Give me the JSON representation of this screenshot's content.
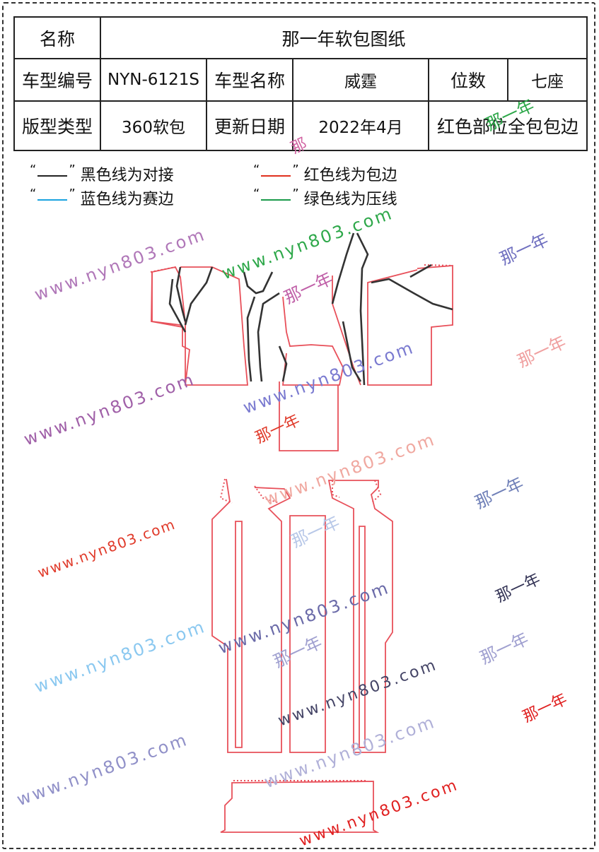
{
  "sheet": {
    "title_label": "名称",
    "title_value": "那一年软包图纸",
    "model_code_label": "车型编号",
    "model_code_value": "NYN-6121S",
    "model_name_label": "车型名称",
    "model_name_value": "威霆",
    "seats_label": "位数",
    "seats_value": "七座",
    "pattern_type_label": "版型类型",
    "pattern_type_value": "360软包",
    "update_label": "更新日期",
    "update_value": "2022年4月",
    "note": "红色部位全包包边"
  },
  "legend": [
    {
      "color": "#222222",
      "text": "黑色线为对接"
    },
    {
      "color": "#e0301e",
      "text": "红色线为包边"
    },
    {
      "color": "#1aa3e0",
      "text": "蓝色线为赛边"
    },
    {
      "color": "#1a9a4a",
      "text": "绿色线为压线"
    }
  ],
  "quote_open": "“",
  "quote_close": "”",
  "watermarks": {
    "site": "www.nyn803.com",
    "brand": "那一年",
    "brand_partial": "那"
  },
  "colors": {
    "black_line": "#333333",
    "red_line": "#e8505a"
  }
}
